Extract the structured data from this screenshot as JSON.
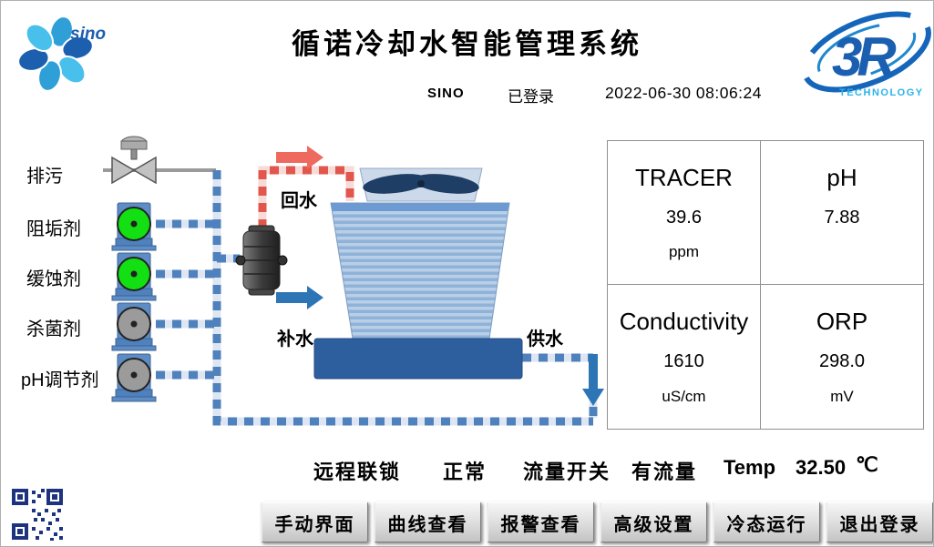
{
  "header": {
    "title": "循诺冷却水智能管理系统",
    "logo_sino_text": "sino",
    "logo_3r_text": "3R",
    "logo_3r_subtext": "TECHNOLOGY"
  },
  "session": {
    "user": "SINO",
    "login_status": "已登录",
    "datetime": "2022-06-30 08:06:24"
  },
  "diagram": {
    "labels": {
      "blowdown": "排污",
      "scale_inhibitor": "阻垢剂",
      "corrosion_inhibitor": "缓蚀剂",
      "biocide": "杀菌剂",
      "ph_adjuster": "pH调节剂",
      "return_water": "回水",
      "makeup_water": "补水",
      "supply_water": "供水"
    },
    "pump_states": {
      "scale_inhibitor": "on",
      "corrosion_inhibitor": "on",
      "biocide": "off",
      "ph_adjuster": "off"
    }
  },
  "readings": {
    "tracer": {
      "label": "TRACER",
      "value": "39.6",
      "unit": "ppm"
    },
    "ph": {
      "label": "pH",
      "value": "7.88",
      "unit": ""
    },
    "conductivity": {
      "label": "Conductivity",
      "value": "1610",
      "unit": "uS/cm"
    },
    "orp": {
      "label": "ORP",
      "value": "298.0",
      "unit": "mV"
    }
  },
  "status_row": {
    "interlock_label": "远程联锁",
    "interlock_value": "正常",
    "flow_label": "流量开关",
    "flow_value": "有流量",
    "temp_label": "Temp",
    "temp_value": "32.50",
    "temp_unit": "℃"
  },
  "buttons": [
    "手动界面",
    "曲线查看",
    "报警查看",
    "高级设置",
    "冷态运行",
    "退出登录"
  ],
  "colors": {
    "pump_on": "#12e012",
    "pump_off": "#9b9b9b",
    "pipe_blue": "#4f81bd",
    "pipe_red": "#e2574d",
    "accent_blue": "#2e75b6",
    "logo_dark_blue": "#1b5fb0",
    "logo_cyan": "#2bb3e8",
    "basin_blue": "#2d5f9e"
  }
}
